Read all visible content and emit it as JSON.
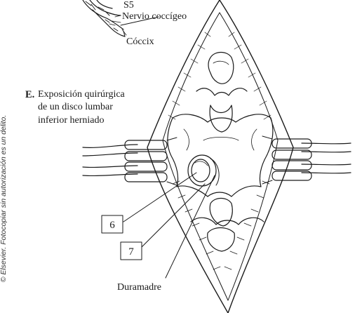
{
  "labels": {
    "s5": "S5",
    "nervio": "Nervio coccígeo",
    "coccix": "Cóccix",
    "section_letter": "E.",
    "caption_1": "Exposición quirúrgica",
    "caption_2": "de un disco lumbar",
    "caption_3": "inferior herniado",
    "box_6": "6",
    "box_7": "7",
    "duramadre": "Duramadre"
  },
  "side_text": "© Elsevier. Fotocopiar sin autorización es un delito.",
  "colors": {
    "ink": "#1a1a1a",
    "paper": "#ffffff"
  }
}
